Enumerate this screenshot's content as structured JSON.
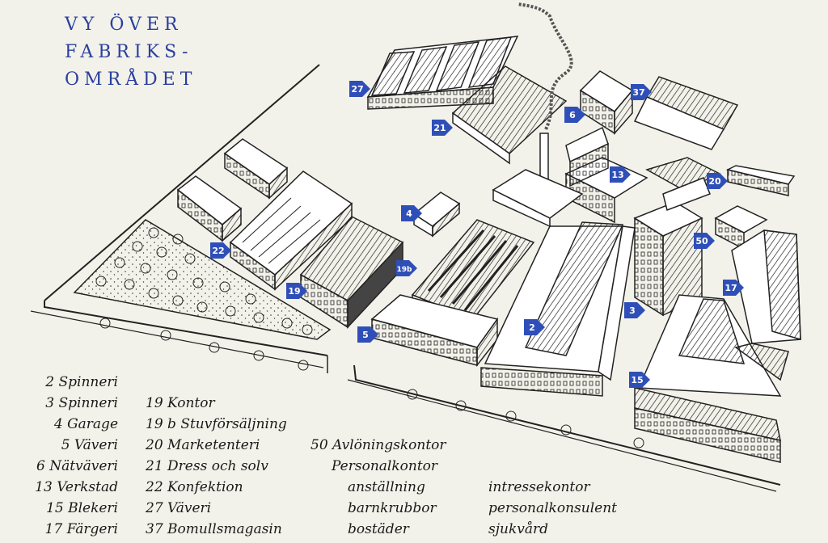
{
  "title": {
    "line1": "VY ÖVER",
    "line2": "FABRIKS-",
    "line3": "OMRÅDET"
  },
  "colors": {
    "marker": "#2f4fb8",
    "title": "#2a3f9e",
    "ink": "#1a1a1a",
    "paper": "#f3f2ea"
  },
  "markers": [
    "27",
    "21",
    "6",
    "37",
    "13",
    "20",
    "4",
    "22",
    "19b",
    "19",
    "50",
    "17",
    "3",
    "2",
    "5",
    "15"
  ],
  "legend": {
    "col1": [
      "2 Spinneri",
      "3 Spinneri",
      "4 Garage",
      "5 Väveri",
      "6 Nätväveri",
      "13 Verkstad",
      "15 Blekeri",
      "17 Färgeri"
    ],
    "col2": [
      "19 Kontor",
      "19 b Stuvförsäljning",
      "20 Marketenteri",
      "21 Dress och solv",
      "22 Konfektion",
      "27 Väveri",
      "37 Bomullsmagasin"
    ],
    "col3": [
      "50 Avlöningskontor",
      "Personalkontor",
      "anställning",
      "barnkrubbor",
      "bostäder"
    ],
    "col4": [
      "intressekontor",
      "personalkonsulent",
      "sjukvård"
    ]
  }
}
